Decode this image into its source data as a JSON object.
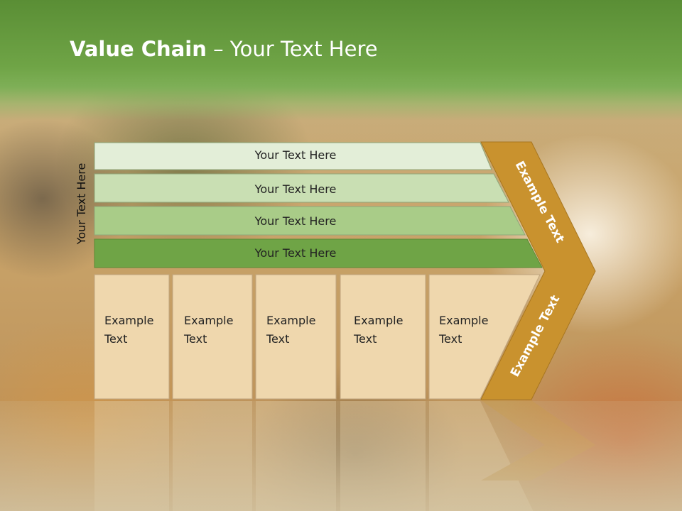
{
  "slide": {
    "title_bold": "Value Chain",
    "title_rest": " – Your Text Here",
    "side_label": "Your Text Here"
  },
  "bars": [
    {
      "label": "Your Text Here",
      "color": "#e3eed8"
    },
    {
      "label": "Your Text Here",
      "color": "#c9dfb3"
    },
    {
      "label": "Your Text Here",
      "color": "#a9cc88"
    },
    {
      "label": "Your Text Here",
      "color": "#6fa446"
    }
  ],
  "boxes": [
    {
      "label": "Example\nText"
    },
    {
      "label": "Example\nText"
    },
    {
      "label": "Example\nText"
    },
    {
      "label": "Example\nText"
    },
    {
      "label": "Example\nText"
    }
  ],
  "chevron": {
    "upper_label": "Example Text",
    "lower_label": "Example Text",
    "color": "#c9922e"
  },
  "colors": {
    "box_fill": "#efd7ad",
    "header_green": "#6fa446"
  }
}
